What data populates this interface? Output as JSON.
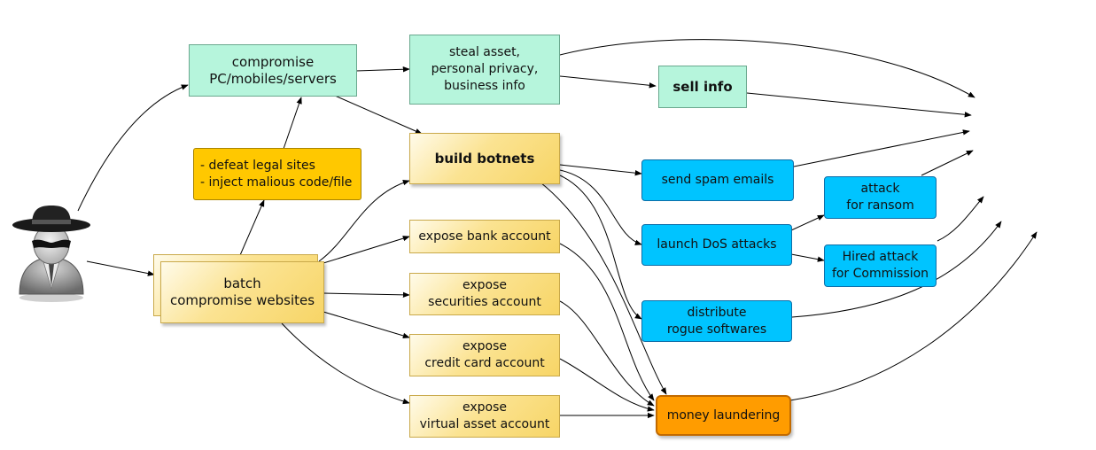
{
  "nodes": {
    "compromise_pc": "compromise\nPC/mobiles/servers",
    "steal_asset": "steal asset,\npersonal privacy,\nbusiness info",
    "sell_info": "sell info",
    "defeat_legal": "- defeat legal sites\n- inject malious code/file",
    "build_botnets": "build botnets",
    "send_spam": "send spam emails",
    "attack_ransom": "attack\nfor ransom",
    "launch_dos": "launch DoS attacks",
    "hired_attack": "Hired attack\nfor Commission",
    "distribute_rogue": "distribute\nrogue softwares",
    "batch_compromise": "batch\ncompromise websites",
    "expose_bank": "expose bank account",
    "expose_securities": "expose\nsecurities account",
    "expose_credit": "expose\ncredit card account",
    "expose_virtual": "expose\nvirtual asset account",
    "money_laundering": "money laundering"
  },
  "colors": {
    "green": "#b6f5dc",
    "yellow": "#f7d566",
    "gold": "#ffc800",
    "blue": "#00c4ff",
    "orange": "#ff9c00"
  },
  "icons": {
    "actor": "hacker-spy-icon"
  }
}
